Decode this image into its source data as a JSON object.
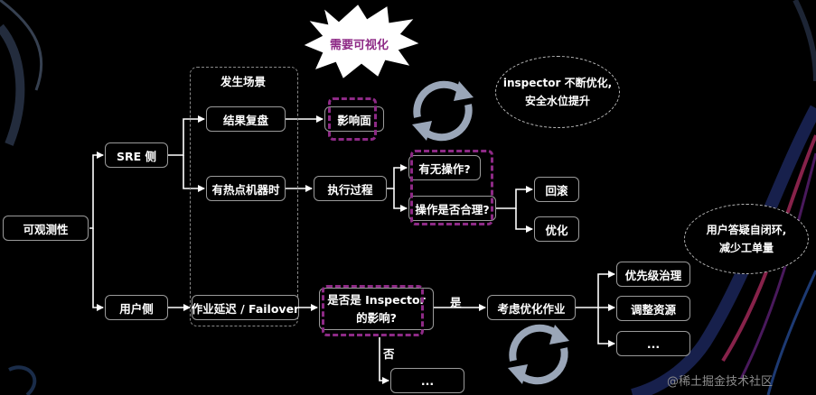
{
  "nodes": {
    "observability": "可观测性",
    "sre_side": "SRE 侧",
    "user_side": "用户侧",
    "scenario_header": "发生场景",
    "result_review": "结果复盘",
    "hotspot_machine": "有热点机器时",
    "job_delay": "作业延迟 / Failover",
    "impact_area": "影响面",
    "execution_process": "执行过程",
    "any_operation": "有无操作?",
    "operation_reasonable": "操作是否合理?",
    "rollback": "回滚",
    "optimize": "优化",
    "is_inspector_impact_line1": "是否是 Inspector",
    "is_inspector_impact_line2": "的影响?",
    "consider_optimize_job": "考虑优化作业",
    "priority_governance": "优先级治理",
    "adjust_resources": "调整资源",
    "more_1": "...",
    "more_2": "..."
  },
  "edge_labels": {
    "yes": "是",
    "no": "否"
  },
  "callouts": {
    "need_visualization": "需要可视化",
    "inspector_line1": "inspector 不断优化,",
    "inspector_line2": "安全水位提升",
    "user_line1": "用户答疑自闭环,",
    "user_line2": "减少工单量"
  },
  "watermark": "@稀土掘金技术社区",
  "colors": {
    "highlight_dash": "#8e2a86",
    "node_border": "#9a9a9a",
    "background": "#000000",
    "cycle_icon": "#9aa6b8"
  }
}
